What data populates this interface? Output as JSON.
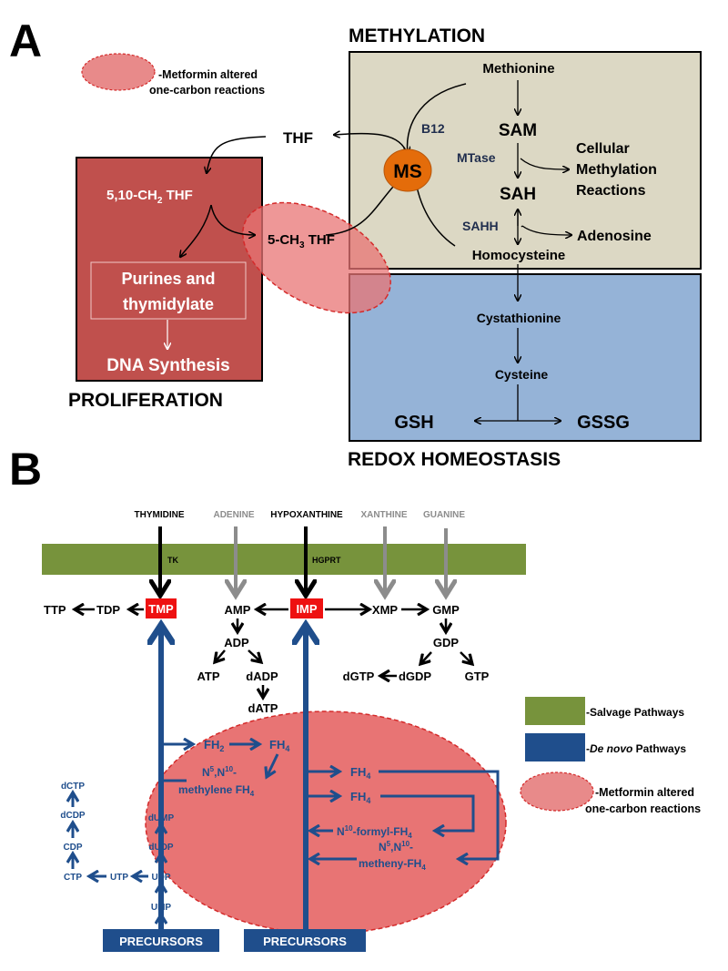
{
  "panel_a": {
    "label": "A",
    "legend": {
      "line1": "-Metformin altered",
      "line2": "one-carbon reactions"
    },
    "sections": {
      "methylation": "METHYLATION",
      "proliferation": "PROLIFERATION",
      "redox": "REDOX HOMEOSTASIS"
    },
    "nodes": {
      "thf": "THF",
      "ch2thf_main": "5,10-CH",
      "ch2thf_sub": "2",
      "ch2thf_tail": " THF",
      "ch3thf_main": "5-CH",
      "ch3thf_sub": "3",
      "ch3thf_tail": " THF",
      "purines_1": "Purines and",
      "purines_2": "thymidylate",
      "dna": "DNA Synthesis",
      "ms": "MS",
      "b12": "B12",
      "methionine": "Methionine",
      "sam": "SAM",
      "mtase": "MTase",
      "sah": "SAH",
      "sahh": "SAHH",
      "cellular_1": "Cellular",
      "cellular_2": "Methylation",
      "cellular_3": "Reactions",
      "adenosine": "Adenosine",
      "homocysteine": "Homocysteine",
      "cystathionine": "Cystathionine",
      "cysteine": "Cysteine",
      "gsh": "GSH",
      "gssg": "GSSG"
    }
  },
  "panel_b": {
    "label": "B",
    "bases": {
      "thymidine": "THYMIDINE",
      "adenine": "ADENINE",
      "hypoxanthine": "HYPOXANTHINE",
      "xanthine": "XANTHINE",
      "guanine": "GUANINE"
    },
    "enzymes": {
      "tk": "TK",
      "hgprt": "HGPRT"
    },
    "nucleotides": {
      "ttp": "TTP",
      "tdp": "TDP",
      "tmp": "TMP",
      "amp": "AMP",
      "imp": "IMP",
      "xmp": "XMP",
      "gmp": "GMP",
      "adp": "ADP",
      "atp": "ATP",
      "dadp": "dADP",
      "datp": "dATP",
      "gdp": "GDP",
      "dgtp": "dGTP",
      "dgdp": "dGDP",
      "gtp": "GTP"
    },
    "pyrimidine": {
      "dctp": "dCTP",
      "dcdp": "dCDP",
      "cdp": "CDP",
      "ctp": "CTP",
      "utp": "UTP",
      "udp": "UDP",
      "ump": "UMP",
      "dudp": "dUDP",
      "dump": "dUMP"
    },
    "folate": {
      "fh2": "FH",
      "fh2_sub": "2",
      "fh4": "FH",
      "fh4_sub": "4",
      "methylene_1a": "N",
      "methylene_1b": "5",
      "methylene_1c": ",N",
      "methylene_1d": "10",
      "methylene_1e": "-",
      "methylene_2": "methylene FH",
      "methylene_2_sub": "4",
      "fh4_a": "FH",
      "fh4_b": "FH",
      "formyl_a": "N",
      "formyl_b": "10",
      "formyl_c": "-formyl-FH",
      "formyl_sub": "4",
      "metheny_1a": "N",
      "metheny_1b": "5",
      "metheny_1c": ",N",
      "metheny_1d": "10",
      "metheny_1e": "-",
      "metheny_2": "metheny-FH",
      "metheny_2_sub": "4"
    },
    "precursors_left": "PRECURSORS",
    "precursors_right": "PRECURSORS",
    "legend": {
      "salvage": "-Salvage Pathways",
      "denovo_italic": "De novo",
      "denovo_rest": " Pathways",
      "metformin_1": "-Metformin altered",
      "metformin_2": "one-carbon reactions"
    }
  },
  "colors": {
    "metformin_fill": "#e87474",
    "metformin_stroke": "#d42a2a",
    "methylation_box": "#dcd8c4",
    "proliferation_box": "#c0504d",
    "redox_box": "#95b3d7",
    "ms_circle": "#e46c0a",
    "salvage_green": "#77933c",
    "denovo_blue": "#1f4e8c",
    "imp_red": "#ee1111",
    "gray_arrow": "#8c8c8c",
    "enzyme_navy": "#1f2d4d"
  }
}
